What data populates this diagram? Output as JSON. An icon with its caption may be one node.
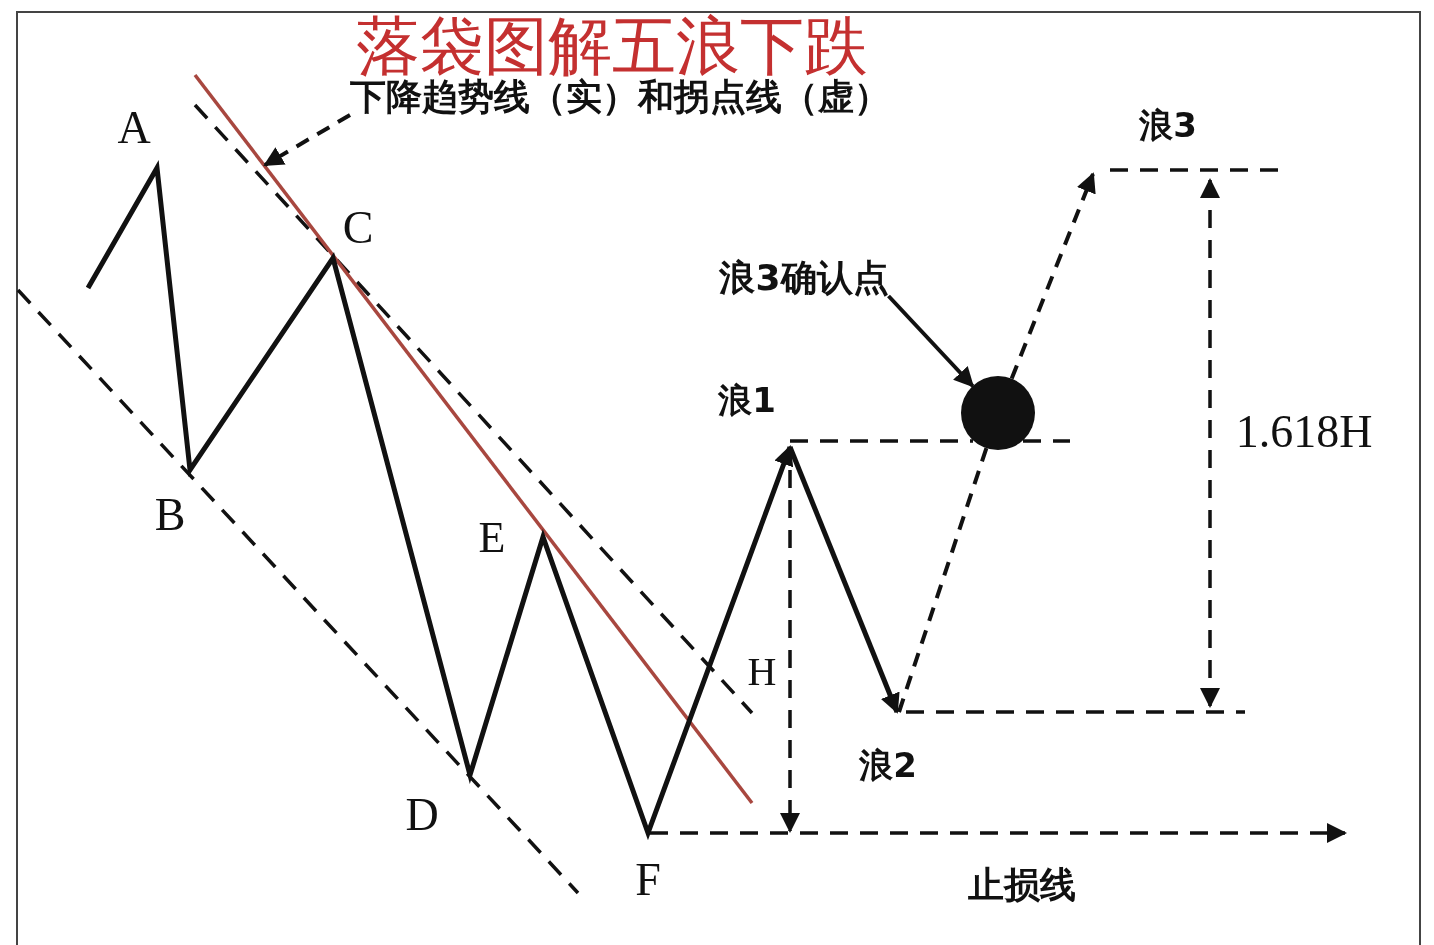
{
  "diagram": {
    "title": "落袋图解五浪下跌",
    "nodes": [
      {
        "text": [
          "下降趋势线（实）和拐点线（虚）"
        ]
      },
      {
        "text": [
          "浪3确认点"
        ]
      },
      {
        "text": [],
        "shape": "circle"
      }
    ],
    "edges": [
      {
        "from": 0,
        "to": null,
        "arrow": "to",
        "style": "dashed"
      },
      {
        "from": 1,
        "to": 2,
        "arrow": "to"
      },
      {
        "from": null,
        "to": 2,
        "arrow": "none",
        "style": "dashed"
      },
      {
        "from": 2,
        "to": null,
        "arrow": "to",
        "style": "dashed"
      }
    ],
    "labels": [
      "浪3",
      "A",
      "C",
      "浪1",
      "1.618H",
      "B",
      "E",
      "H",
      "浪2",
      "D",
      "F",
      "止损线"
    ]
  }
}
